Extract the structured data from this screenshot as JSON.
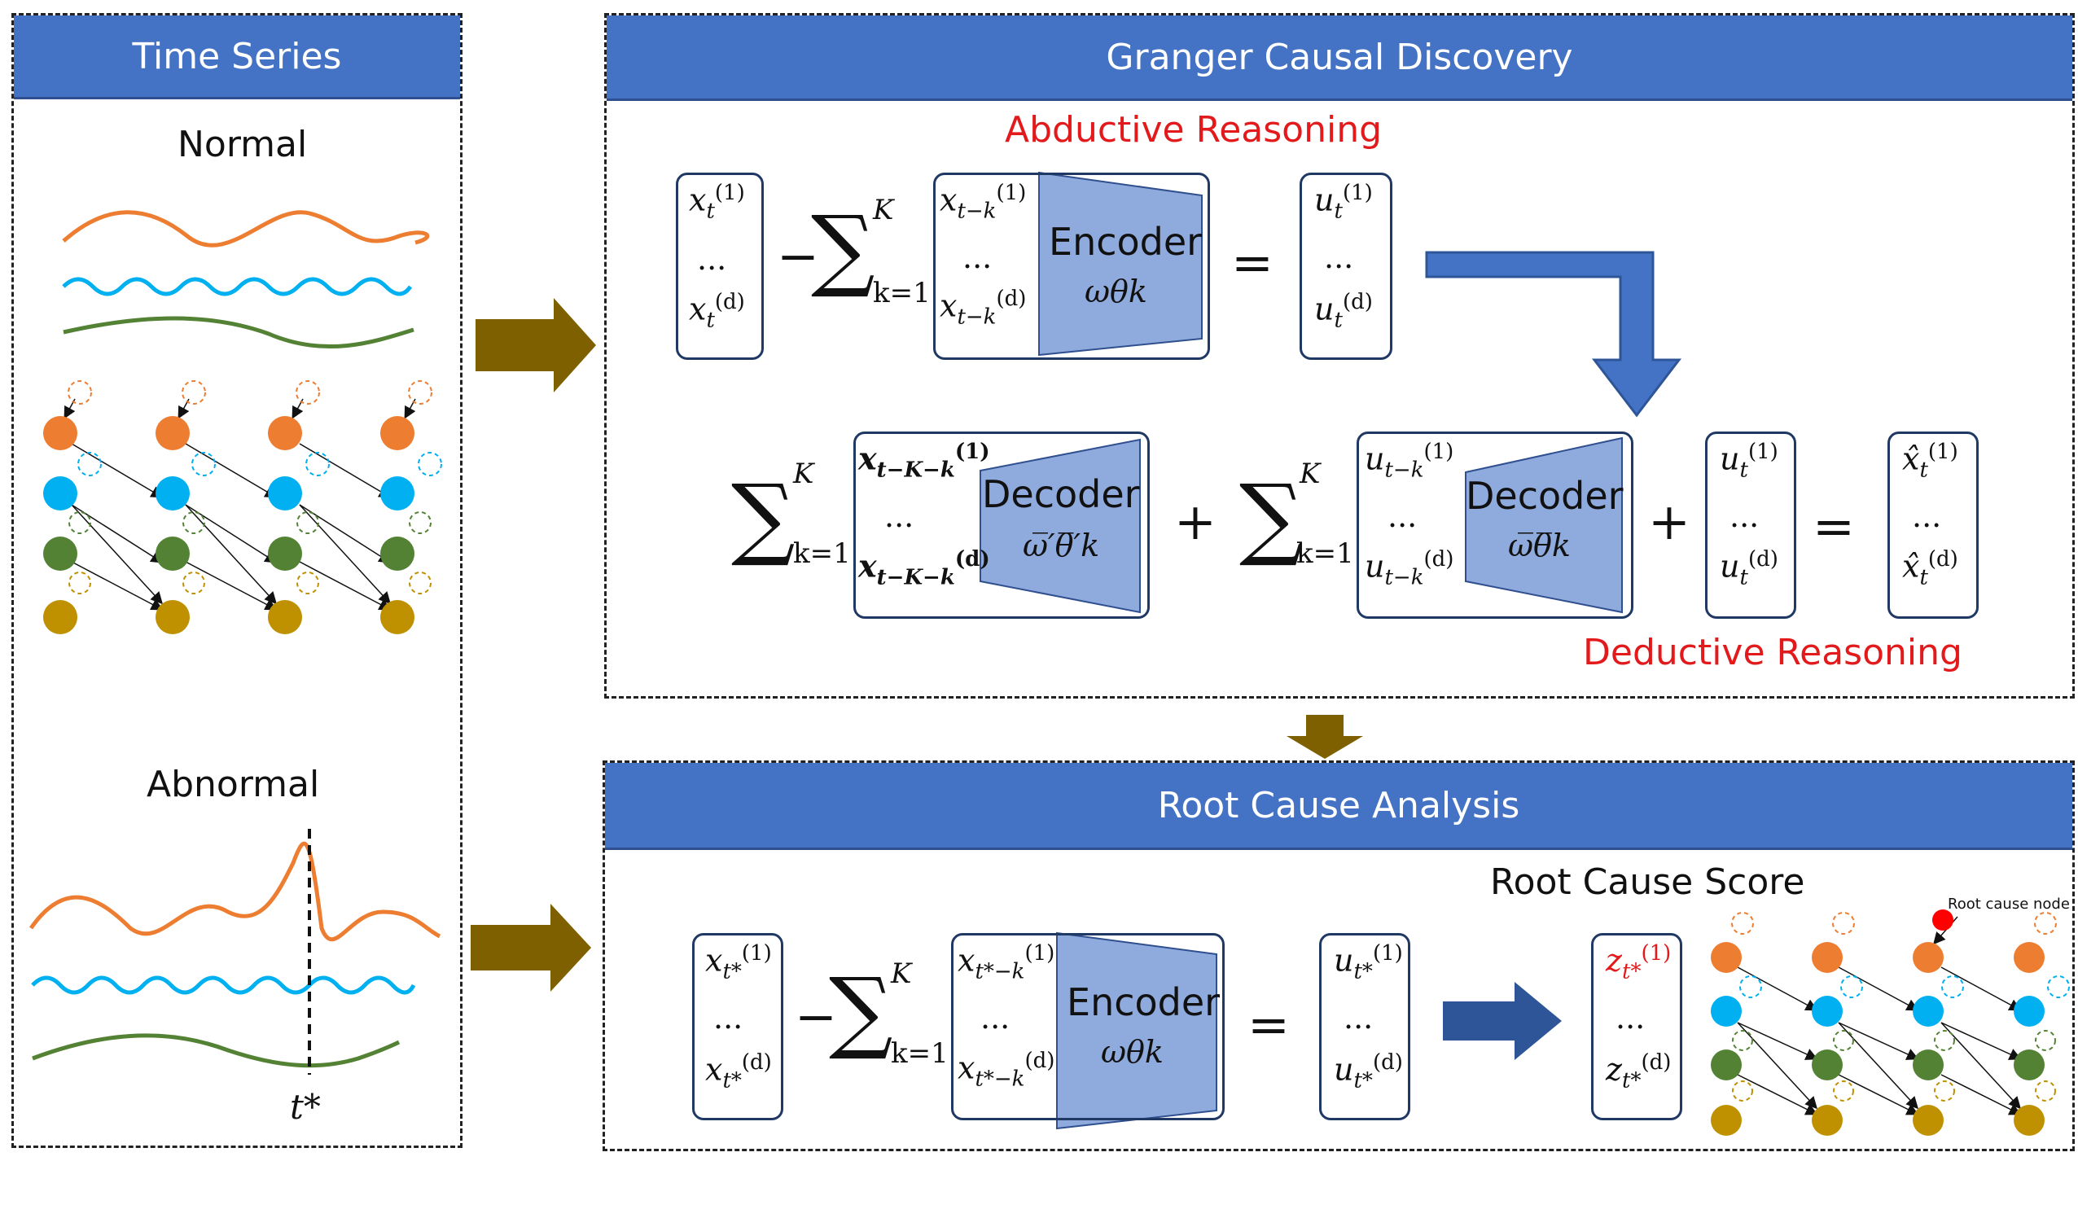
{
  "panels": {
    "time_series": {
      "title": "Time Series",
      "normal_label": "Normal",
      "abnormal_label": "Abnormal",
      "t_star": "t*"
    },
    "granger": {
      "title": "Granger Causal Discovery",
      "abductive_label": "Abductive Reasoning",
      "deductive_label": "Deductive Reasoning"
    },
    "root_cause": {
      "title": "Root Cause Analysis",
      "score_label": "Root Cause Score",
      "root_node_label": "Root cause node"
    }
  },
  "math": {
    "x1": "x",
    "sup1": "(1)",
    "supd": "(d)",
    "dots": "...",
    "encoder": "Encoder",
    "decoder": "Decoder",
    "sum_upper": "K",
    "sum_lower": "k=1",
    "minus": "−",
    "plus": "+",
    "equals": "=",
    "sub_t": "t",
    "sub_tk": "t−k",
    "sub_tKk": "t−K−k",
    "sub_tstar": "t*",
    "sub_tstark": "t*−k",
    "omega_theta": "ωθk",
    "omega_bar_theta": "ω̅θ̅k",
    "omega_prime": "ω̅′θ̅′k",
    "u": "u",
    "z": "z",
    "xhat": "x̂"
  },
  "colors": {
    "header_blue": "#4472c4",
    "arrow_olive": "#7f6000",
    "arrow_blue": "#2e5597",
    "encoder_fill": "#8faadc",
    "orange": "#ed7d31",
    "cyan": "#00b0f0",
    "green": "#548235",
    "gold": "#bf9000",
    "red": "#e31a1c"
  }
}
